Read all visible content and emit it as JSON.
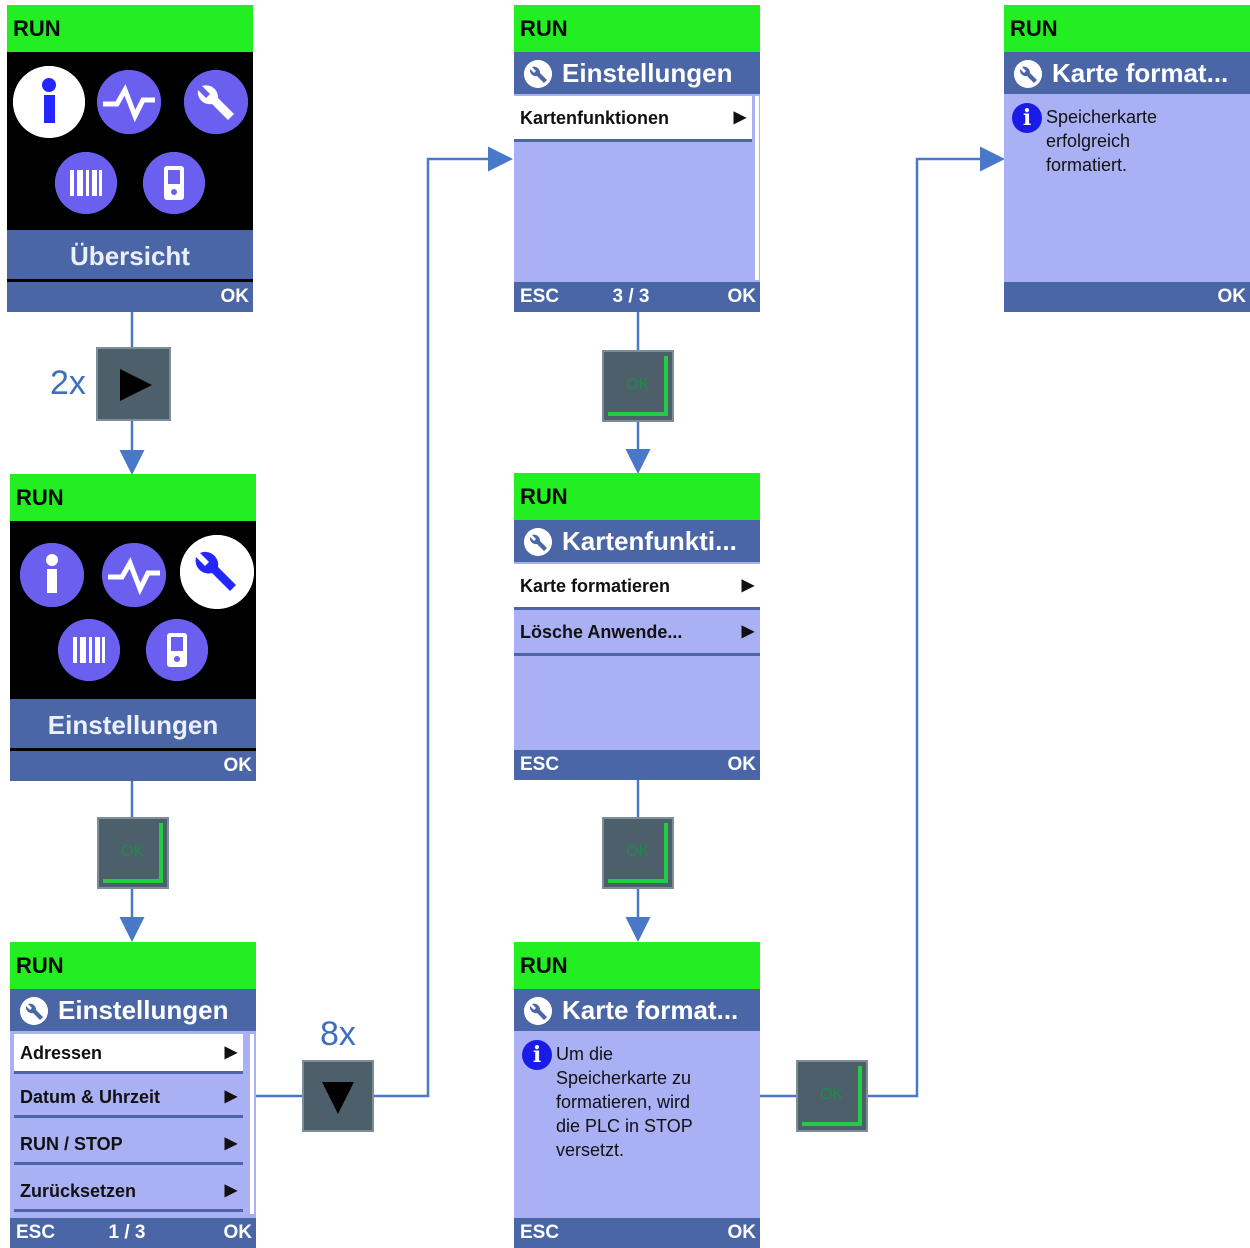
{
  "colors": {
    "run_bar": "#22ee22",
    "header": "#4a66a6",
    "panel": "#aab0f4",
    "connector": "#4a78c8"
  },
  "screen1": {
    "status": "RUN",
    "icons": [
      "info-icon",
      "pulse-icon",
      "wrench-icon",
      "barcode-icon",
      "phone-icon"
    ],
    "caption": "Übersicht",
    "ok": "OK"
  },
  "key1": {
    "count": "2x",
    "icon": "right-arrow-icon"
  },
  "screen2": {
    "status": "RUN",
    "caption": "Einstellungen",
    "ok": "OK"
  },
  "key2": {
    "label": "OK"
  },
  "screen3": {
    "status": "RUN",
    "title": "Einstellungen",
    "items": [
      "Adressen",
      "Datum & Uhrzeit",
      "RUN / STOP",
      "Zurücksetzen"
    ],
    "esc": "ESC",
    "page": "1 / 3",
    "ok": "OK"
  },
  "key3": {
    "count": "8x",
    "icon": "down-arrow-icon"
  },
  "screen4": {
    "status": "RUN",
    "title": "Einstellungen",
    "items": [
      "Kartenfunktionen"
    ],
    "esc": "ESC",
    "page": "3 / 3",
    "ok": "OK"
  },
  "key4": {
    "label": "OK"
  },
  "screen5": {
    "status": "RUN",
    "title": "Kartenfunkti...",
    "items": [
      "Karte formatieren",
      "Lösche Anwende..."
    ],
    "esc": "ESC",
    "ok": "OK"
  },
  "key5": {
    "label": "OK"
  },
  "screen6": {
    "status": "RUN",
    "title": "Karte format...",
    "message": [
      "Um die",
      "Speicherkarte zu",
      "formatieren, wird",
      "die PLC in STOP",
      "versetzt."
    ],
    "esc": "ESC",
    "ok": "OK"
  },
  "key6": {
    "label": "OK"
  },
  "screen7": {
    "status": "RUN",
    "title": "Karte format...",
    "message": [
      "Speicherkarte",
      "erfolgreich",
      "formatiert."
    ],
    "ok": "OK"
  }
}
